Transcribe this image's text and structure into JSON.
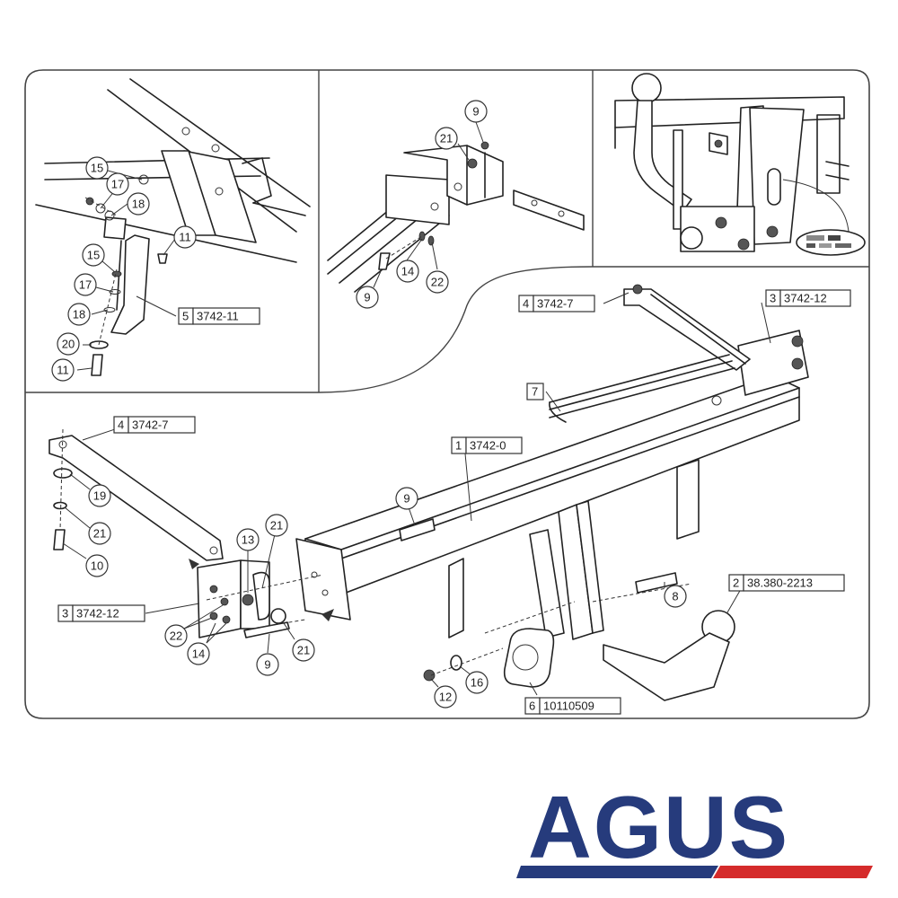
{
  "brand": {
    "name": "AGUS",
    "primary_color": "#263b7c",
    "accent_color": "#d52b2b"
  },
  "colors": {
    "line": "#222222",
    "frame": "#444444",
    "background": "#ffffff"
  },
  "main": {
    "tags": {
      "t1": {
        "num": "1",
        "code": "3742-0"
      },
      "t2": {
        "num": "2",
        "code": "38.380-2213"
      },
      "t3a": {
        "num": "3",
        "code": "3742-12"
      },
      "t3b": {
        "num": "3",
        "code": "3742-12"
      },
      "t4a": {
        "num": "4",
        "code": "3742-7"
      },
      "t4b": {
        "num": "4",
        "code": "3742-7"
      },
      "t5": {
        "num": "5",
        "code": "3742-11"
      },
      "t6": {
        "num": "6",
        "code": "10110509"
      },
      "t7": {
        "num": "7"
      }
    },
    "callouts": {
      "c_p1_15a": "15",
      "c_p1_17a": "17",
      "c_p1_18a": "18",
      "c_p1_11a": "11",
      "c_p1_15b": "15",
      "c_p1_17b": "17",
      "c_p1_18b": "18",
      "c_p1_20": "20",
      "c_p1_11b": "11",
      "c_p2_9a": "9",
      "c_p2_21": "21",
      "c_p2_14": "14",
      "c_p2_9b": "9",
      "c_p2_22": "22",
      "c_m_19": "19",
      "c_m_21a": "21",
      "c_m_10": "10",
      "c_m_9a": "9",
      "c_m_13": "13",
      "c_m_21b": "21",
      "c_m_22": "22",
      "c_m_14": "14",
      "c_m_9b": "9",
      "c_m_21c": "21",
      "c_m_8": "8",
      "c_m_12": "12",
      "c_m_16": "16"
    }
  }
}
